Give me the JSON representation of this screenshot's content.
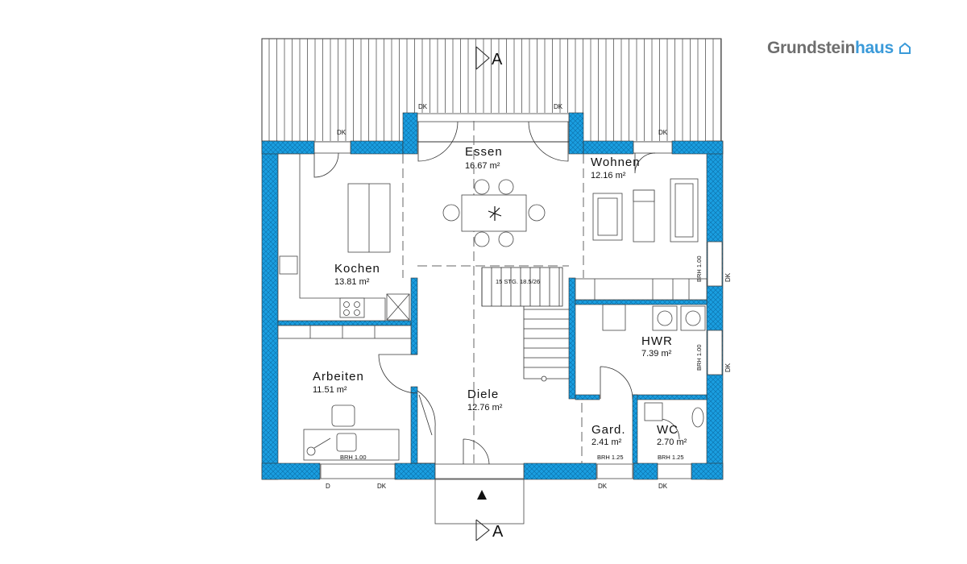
{
  "brand": {
    "name_part1": "Grundstein",
    "name_part2": "haus",
    "icon": "house-icon",
    "color_grey": "#6e6e6e",
    "color_blue": "#3a9ad9"
  },
  "wall_color": "#1a9ee0",
  "rooms": {
    "essen": {
      "name": "Essen",
      "area": "16.67 m²"
    },
    "wohnen": {
      "name": "Wohnen",
      "area": "12.16 m²"
    },
    "kochen": {
      "name": "Kochen",
      "area": "13.81 m²"
    },
    "hwr": {
      "name": "HWR",
      "area": "7.39 m²"
    },
    "arbeiten": {
      "name": "Arbeiten",
      "area": "11.51 m²"
    },
    "diele": {
      "name": "Diele",
      "area": "12.76 m²"
    },
    "gard": {
      "name": "Gard.",
      "area": "2.41 m²"
    },
    "wc": {
      "name": "WC",
      "area": "2.70 m²"
    }
  },
  "labels": {
    "section_top": "A",
    "section_bottom": "A",
    "stairs": "15 STG. 18.5/26",
    "dk": "DK",
    "d": "D",
    "brh_100": "BRH 1.00",
    "brh_125": "BRH 1.25"
  }
}
